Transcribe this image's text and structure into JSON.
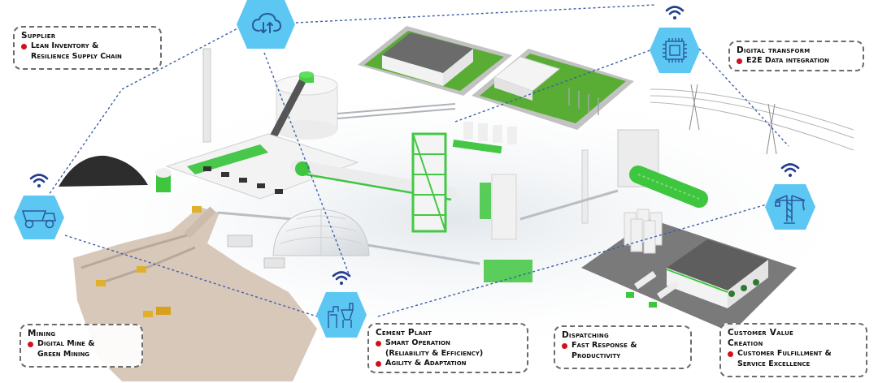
{
  "diagram": {
    "title": "Smart Cement Plant Value Chain",
    "colors": {
      "hex_fill": "#5cc7f2",
      "icon_stroke": "#2a5a9e",
      "wifi": "#243c8c",
      "dashed_line": "#3b5fa8",
      "bullet": "#d0101c",
      "green": "#3ec63e",
      "grass": "#5aad34",
      "ground": "#d9cabd"
    },
    "nodes": [
      {
        "id": "supplier",
        "icon": "cloud-sync-icon",
        "has_wifi": false
      },
      {
        "id": "digital",
        "icon": "cpu-chip-icon",
        "has_wifi": true
      },
      {
        "id": "mining",
        "icon": "dump-truck-icon",
        "has_wifi": true
      },
      {
        "id": "dispatching",
        "icon": "tower-crane-icon",
        "has_wifi": true
      },
      {
        "id": "cement",
        "icon": "cement-factory-icon",
        "has_wifi": true
      }
    ],
    "labels": {
      "supplier": {
        "title": "Supplier",
        "items": [
          "Lean Inventory &",
          "Resilience Supply Chain"
        ]
      },
      "digital": {
        "title": "Digital transform",
        "items": [
          "E2E Data integration"
        ]
      },
      "mining": {
        "title": "Mining",
        "items": [
          "Digital Mine &",
          "Green Mining"
        ]
      },
      "cement": {
        "title": "Cement Plant",
        "items": [
          "Smart Operation",
          "(Reliability & Efficiency)",
          "Agility & Adaptation"
        ]
      },
      "dispatching": {
        "title": "Dispatching",
        "items": [
          "Fast Response &",
          "Productivity"
        ]
      },
      "customer": {
        "title": "Customer Value",
        "title2": "Creation",
        "items": [
          "Customer Fulfillment &",
          "Service Excellence"
        ]
      }
    }
  }
}
